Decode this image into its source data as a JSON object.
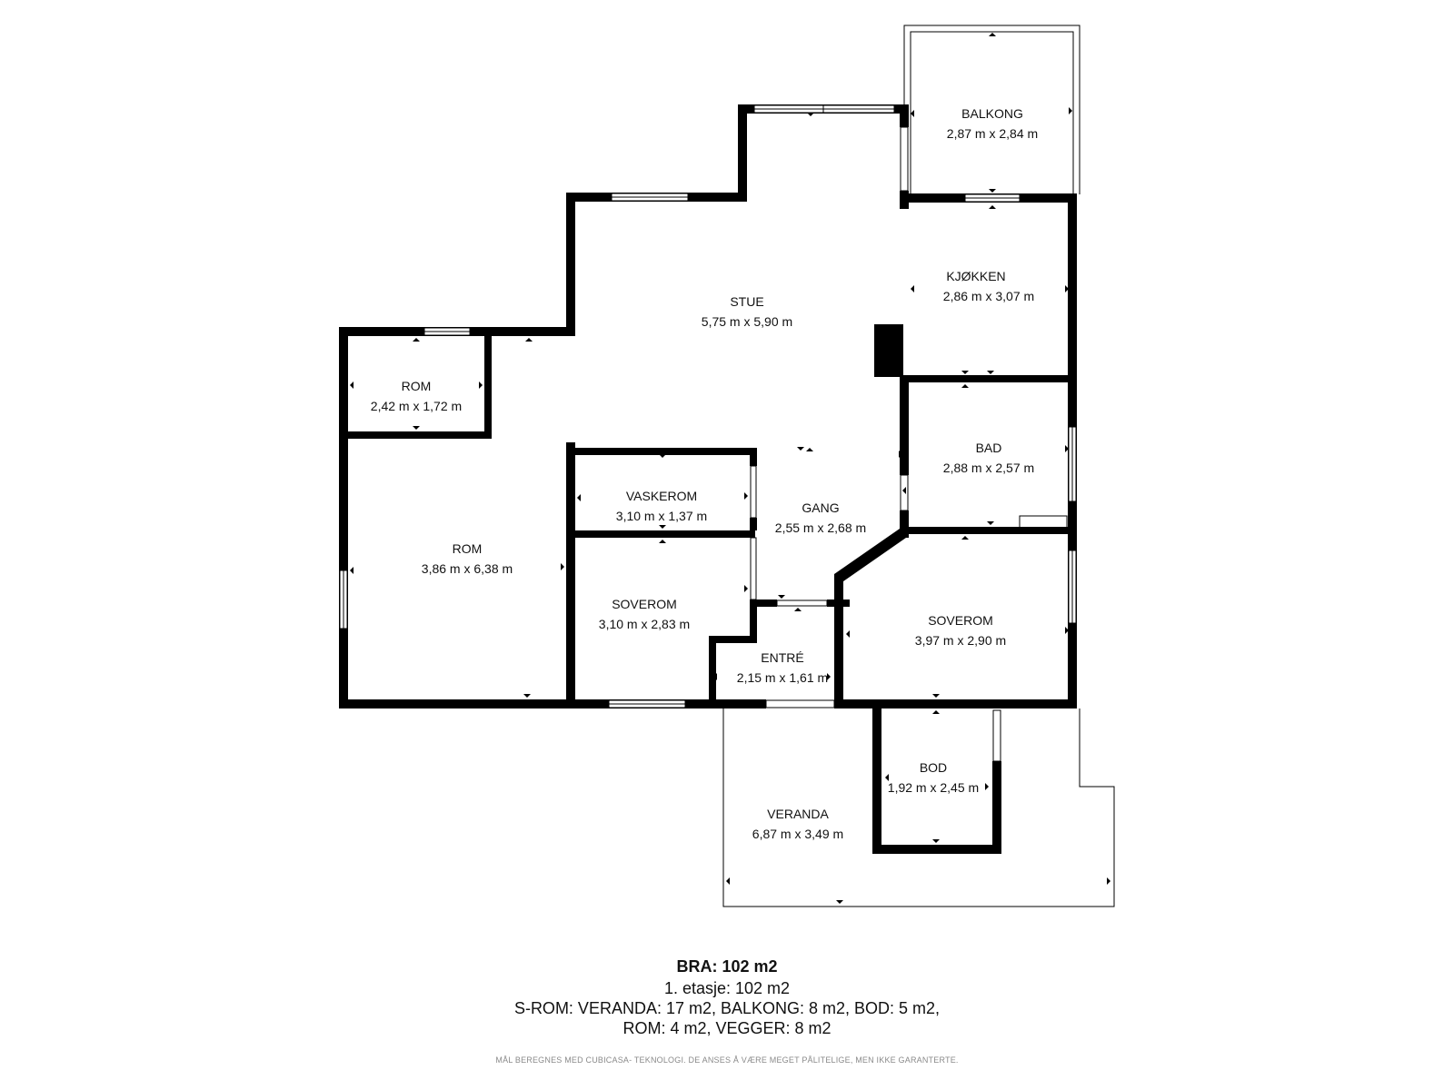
{
  "rooms": {
    "balkong": {
      "name": "BALKONG",
      "dims": "2,87 m x 2,84 m"
    },
    "stue": {
      "name": "STUE",
      "dims": "5,75 m x 5,90 m"
    },
    "kjokken": {
      "name": "KJØKKEN",
      "dims": "2,86 m x 3,07 m"
    },
    "rom_small": {
      "name": "ROM",
      "dims": "2,42 m x 1,72 m"
    },
    "bad": {
      "name": "BAD",
      "dims": "2,88 m x 2,57 m"
    },
    "vaskerom": {
      "name": "VASKEROM",
      "dims": "3,10 m x 1,37 m"
    },
    "gang": {
      "name": "GANG",
      "dims": "2,55 m x 2,68 m"
    },
    "rom_large": {
      "name": "ROM",
      "dims": "3,86 m x 6,38 m"
    },
    "soverom_left": {
      "name": "SOVEROM",
      "dims": "3,10 m x 2,83 m"
    },
    "soverom_right": {
      "name": "SOVEROM",
      "dims": "3,97 m x 2,90 m"
    },
    "entre": {
      "name": "ENTRÉ",
      "dims": "2,15 m x 1,61 m"
    },
    "bod": {
      "name": "BOD",
      "dims": "1,92 m x 2,45 m"
    },
    "veranda": {
      "name": "VERANDA",
      "dims": "6,87 m x 3,49 m"
    }
  },
  "summary": {
    "bra": "BRA: 102 m2",
    "floor": "1. etasje: 102 m2",
    "srom_line1": "S-ROM: VERANDA: 17 m2, BALKONG: 8 m2, BOD: 5 m2,",
    "srom_line2": "ROM: 4 m2, VEGGER: 8 m2",
    "disclaimer": "MÅL BEREGNES MED CUBICASA- TEKNOLOGI. DE ANSES Å VÆRE MEGET PÅLITELIGE, MEN IKKE GARANTERTE."
  }
}
